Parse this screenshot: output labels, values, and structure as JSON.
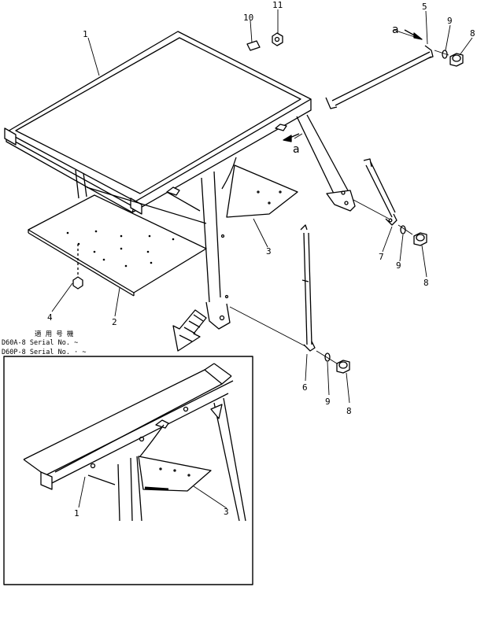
{
  "applicability": {
    "heading": "適 用 号 機",
    "row1": "D60A-8 Serial No. ~",
    "row2": "D60P-8 Serial No. · ~"
  },
  "view_arrow_letter": "a",
  "callouts": {
    "c1": "1",
    "c2": "2",
    "c3": "3",
    "c4": "4",
    "c5": "5",
    "c6": "6",
    "c7": "7",
    "c8a": "8",
    "c8b": "8",
    "c8c": "8",
    "c9a": "9",
    "c9b": "9",
    "c9c": "9",
    "c10": "10",
    "c11": "11",
    "inset1": "1",
    "inset3": "3"
  },
  "colors": {
    "line": "#000000",
    "background": "#ffffff"
  }
}
